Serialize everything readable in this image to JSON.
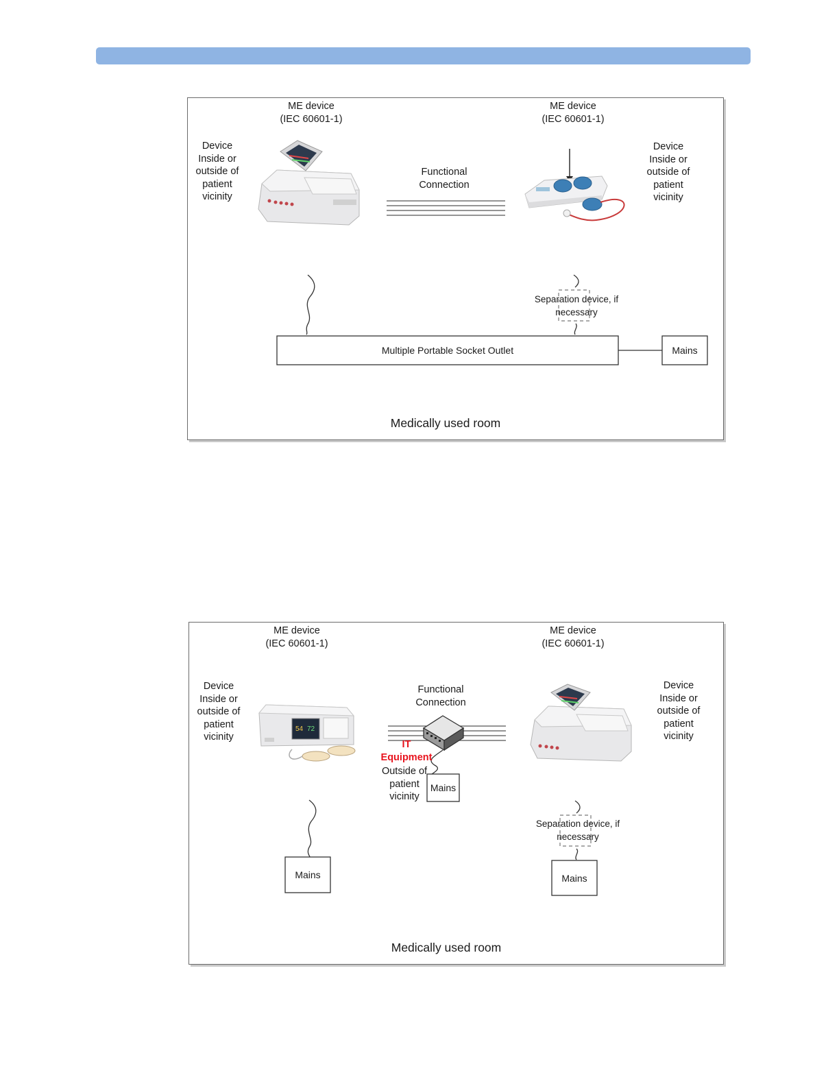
{
  "header": {
    "color": "#8fb4e3"
  },
  "figure1": {
    "left_device": {
      "title": "ME  device",
      "standard": "(IEC 60601-1)"
    },
    "right_device": {
      "title": "ME  device",
      "standard": "(IEC 60601-1)"
    },
    "left_location": [
      "Device",
      "Inside or",
      "outside of",
      "patient",
      "vicinity"
    ],
    "right_location": [
      "Device",
      "Inside or",
      "outside of",
      "patient",
      "vicinity"
    ],
    "connection_label": [
      "Functional",
      "Connection"
    ],
    "separation_label": [
      "Separation device, if",
      "necessary"
    ],
    "outlet_label": "Multiple Portable Socket Outlet",
    "mains_label": "Mains",
    "room_caption": "Medically used room"
  },
  "figure2": {
    "left_device": {
      "title": "ME  device",
      "standard": "(IEC 60601-1)"
    },
    "right_device": {
      "title": "ME  device",
      "standard": "(IEC 60601-1)"
    },
    "left_location": [
      "Device",
      "Inside or",
      "outside of",
      "patient",
      "vicinity"
    ],
    "right_location": [
      "Device",
      "Inside or",
      "outside of",
      "patient",
      "vicinity"
    ],
    "connection_label": [
      "Functional",
      "Connection"
    ],
    "it_label": [
      "IT",
      "Equipment"
    ],
    "it_location": [
      "Outside of",
      "patient",
      "vicinity"
    ],
    "it_mains_label": "Mains",
    "left_mains_label": "Mains",
    "right_mains_label": "Mains",
    "separation_label": [
      "Separation device, if",
      "necessary"
    ],
    "room_caption": "Medically used room",
    "it_label_color": "#e8141e"
  }
}
